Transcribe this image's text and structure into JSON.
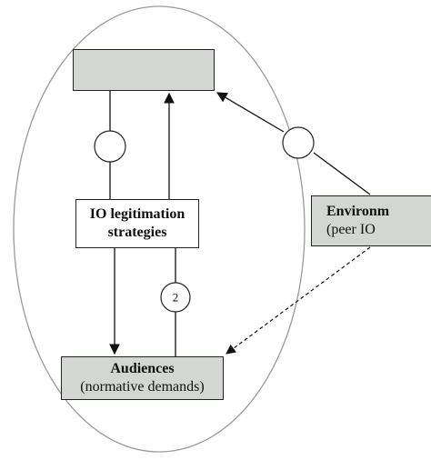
{
  "colors": {
    "box_fill": "#d4d6d3",
    "strategies_fill": "#ffffff",
    "outline": "#222222",
    "ellipse": "#9a9a9a"
  },
  "nodes": {
    "top_box": {
      "line1": "",
      "line2": ""
    },
    "strategies": {
      "line1": "IO legitimation",
      "line2": "strategies"
    },
    "environment": {
      "line1": "Environm",
      "line2": "(peer IO"
    },
    "audiences": {
      "line1": "Audiences",
      "line2": "(normative demands)"
    }
  },
  "markers": {
    "left_upper": "",
    "right_upper": "",
    "center_lower": "2"
  },
  "edges": [
    {
      "from": "top_box",
      "to": "audiences",
      "style": "solid",
      "arrow": "to"
    },
    {
      "from": "audiences",
      "to": "top_box",
      "style": "solid",
      "arrow": "to"
    },
    {
      "from": "environment",
      "to": "top_box",
      "style": "solid",
      "arrow": "to"
    },
    {
      "from": "environment",
      "to": "audiences",
      "style": "dashed",
      "arrow": "to"
    }
  ]
}
